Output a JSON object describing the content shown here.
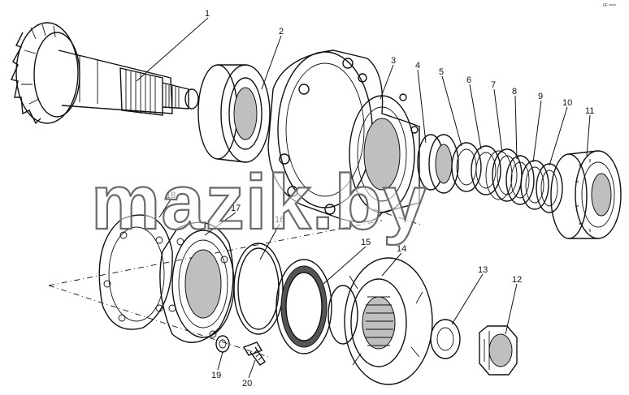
{
  "diagram": {
    "corner_mark": "6F ===",
    "watermark": "mazik.by",
    "callouts": [
      {
        "id": "1",
        "label": "1"
      },
      {
        "id": "2",
        "label": "2"
      },
      {
        "id": "3",
        "label": "3"
      },
      {
        "id": "4",
        "label": "4"
      },
      {
        "id": "5",
        "label": "5"
      },
      {
        "id": "6",
        "label": "6"
      },
      {
        "id": "7",
        "label": "7"
      },
      {
        "id": "8",
        "label": "8"
      },
      {
        "id": "9",
        "label": "9"
      },
      {
        "id": "10",
        "label": "10"
      },
      {
        "id": "11",
        "label": "11"
      },
      {
        "id": "12",
        "label": "12"
      },
      {
        "id": "13",
        "label": "13"
      },
      {
        "id": "14",
        "label": "14"
      },
      {
        "id": "15",
        "label": "15"
      },
      {
        "id": "16",
        "label": "16"
      },
      {
        "id": "17",
        "label": "17"
      },
      {
        "id": "18",
        "label": "18"
      },
      {
        "id": "19",
        "label": "19"
      },
      {
        "id": "20",
        "label": "20"
      }
    ]
  }
}
